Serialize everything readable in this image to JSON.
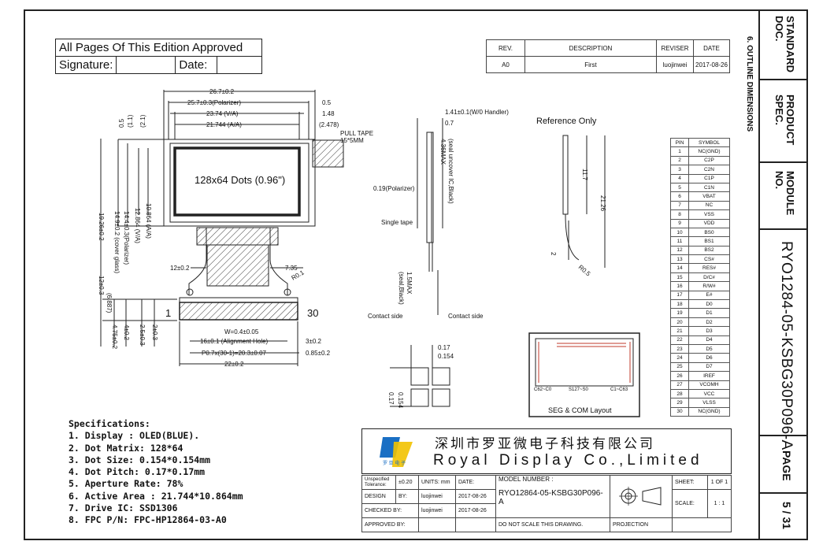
{
  "approval": {
    "all_pages": "All Pages Of This Edition Approved",
    "signature": "Signature:",
    "date": "Date:"
  },
  "revision": {
    "headers": [
      "REV.",
      "DESCRIPTION",
      "REVISER",
      "DATE"
    ],
    "row": [
      "A0",
      "First",
      "luojinwei",
      "2017-08-26"
    ]
  },
  "side": {
    "standard_doc": "STANDARD DOC.",
    "product_spec": "PRODUCT SPEC.",
    "module_no": "MODULE NO.",
    "model": "RYO1284-05-KSBG30P096-A",
    "page_label": "PAGE",
    "page_value": "5 / 31",
    "section": "6. OUTLINE DIMENSIONS"
  },
  "drawing": {
    "dots_label": "128x64 Dots (0.96\")",
    "pull_tape": "PULL TAPE",
    "pull_tape_size": "15*5MM",
    "pin_1": "1",
    "pin_30": "30",
    "reference_only": "Reference Only",
    "single_tape": "Single tape",
    "polarizer": "0.19(Polarizer)",
    "contact_side_left": "Contact side",
    "contact_side_right": "Contact side",
    "handler": "1.41±0.1(W/0 Handler)",
    "d_07": "0.7",
    "max_436": "4.36MAX",
    "seal_uncover": "(seal uncover IC,Black)",
    "max_15": "1.5MAX",
    "seal_black": "(seal,Black)",
    "seg_com": "SEG & COM Layout",
    "dims_top": [
      "26.7±0.2",
      "25.7±0.3(Polarizer)",
      "23.74 (V/A)",
      "21.744 (A/A)"
    ],
    "dims_top_right": [
      "0.5",
      "1.48",
      "(2.478)"
    ],
    "dims_left": [
      "0.5",
      "(1.1)",
      "(2.1)",
      "10.864 (A/A)",
      "12.864 (V/A)",
      "14.4±0.3(Polarizer)",
      "14.9±0.2 (cover glass)",
      "19.26±0.2"
    ],
    "dims_bottom": [
      "12±0.2",
      "7.35",
      "W=0.4±0.05",
      "16±0.1 (Alignment Hole)",
      "3±0.2",
      "P0.7x(30-1)=20.3±0.07",
      "0.85±0.2",
      "22±0.2",
      "R0.1"
    ],
    "dims_left_low": [
      "12±0.3",
      "(6.887)",
      "4.75±0.2",
      "4±0.2",
      "2.5±0.3",
      "2±0.3"
    ],
    "ref_dims": [
      "11.7",
      "21.26",
      "2",
      "R0.5"
    ],
    "dot_dims": [
      "0.17",
      "0.154",
      "0.154",
      "0.17"
    ],
    "seg_labels": [
      "C62~C0",
      "S127~S0",
      "C1~C63"
    ]
  },
  "pins": {
    "headers": [
      "PIN",
      "SYMBOL"
    ],
    "rows": [
      [
        "1",
        "NC(GND)"
      ],
      [
        "2",
        "C2P"
      ],
      [
        "3",
        "C2N"
      ],
      [
        "4",
        "C1P"
      ],
      [
        "5",
        "C1N"
      ],
      [
        "6",
        "VBAT"
      ],
      [
        "7",
        "NC"
      ],
      [
        "8",
        "VSS"
      ],
      [
        "9",
        "VDD"
      ],
      [
        "10",
        "BS0"
      ],
      [
        "11",
        "BS1"
      ],
      [
        "12",
        "BS2"
      ],
      [
        "13",
        "CS#"
      ],
      [
        "14",
        "RES#"
      ],
      [
        "15",
        "D/C#"
      ],
      [
        "16",
        "R/W#"
      ],
      [
        "17",
        "E#"
      ],
      [
        "18",
        "D0"
      ],
      [
        "19",
        "D1"
      ],
      [
        "20",
        "D2"
      ],
      [
        "21",
        "D3"
      ],
      [
        "22",
        "D4"
      ],
      [
        "23",
        "D5"
      ],
      [
        "24",
        "D6"
      ],
      [
        "25",
        "D7"
      ],
      [
        "26",
        "IREF"
      ],
      [
        "27",
        "VCOMH"
      ],
      [
        "28",
        "VCC"
      ],
      [
        "29",
        "VLSS"
      ],
      [
        "30",
        "NC(GND)"
      ]
    ]
  },
  "specs": {
    "title": "Specifications:",
    "items": [
      "1. Display :  OLED(BLUE).",
      "2. Dot Matrix:  128*64",
      "3. Dot Size:  0.154*0.154mm",
      "4. Dot Pitch:  0.17*0.17mm",
      "5. Aperture Rate:  78%",
      "6. Active Area : 21.744*10.864mm",
      "7. Drive IC: SSD1306",
      "8. FPC P/N: FPC-HP12864-03-A0"
    ]
  },
  "company": {
    "chinese": "深圳市罗亚微电子科技有限公司",
    "english": "Royal Display Co.,Limited",
    "logo_sub": "罗 亚 电 子"
  },
  "title_block": {
    "tolerance": "Unspecified Tolerance:",
    "tol_value": "±0.20",
    "units": "UNITS: mm",
    "date_label": "DATE:",
    "model_label": "MODEL NUMBER :",
    "model_value": "RYO12864-05-KSBG30P096-A",
    "design": "DESIGN",
    "checked": "CHECKED BY:",
    "approved": "APPROVED BY:",
    "by": "BY:",
    "designer": "luojinwei",
    "checker": "luojinwei",
    "date1": "2017-08-26",
    "date2": "2017-08-26",
    "no_scale": "DO NOT SCALE THIS DRAWING.",
    "projection": "PROJECTION",
    "sheet_label": "SHEET:",
    "sheet_value": "1 OF 1",
    "scale_label": "SCALE:",
    "scale_value": "1 : 1"
  },
  "colors": {
    "line": "#222222",
    "logo_blue": "#1a6fc4",
    "logo_yellow": "#f2c200",
    "seg_red": "#c0392b"
  }
}
